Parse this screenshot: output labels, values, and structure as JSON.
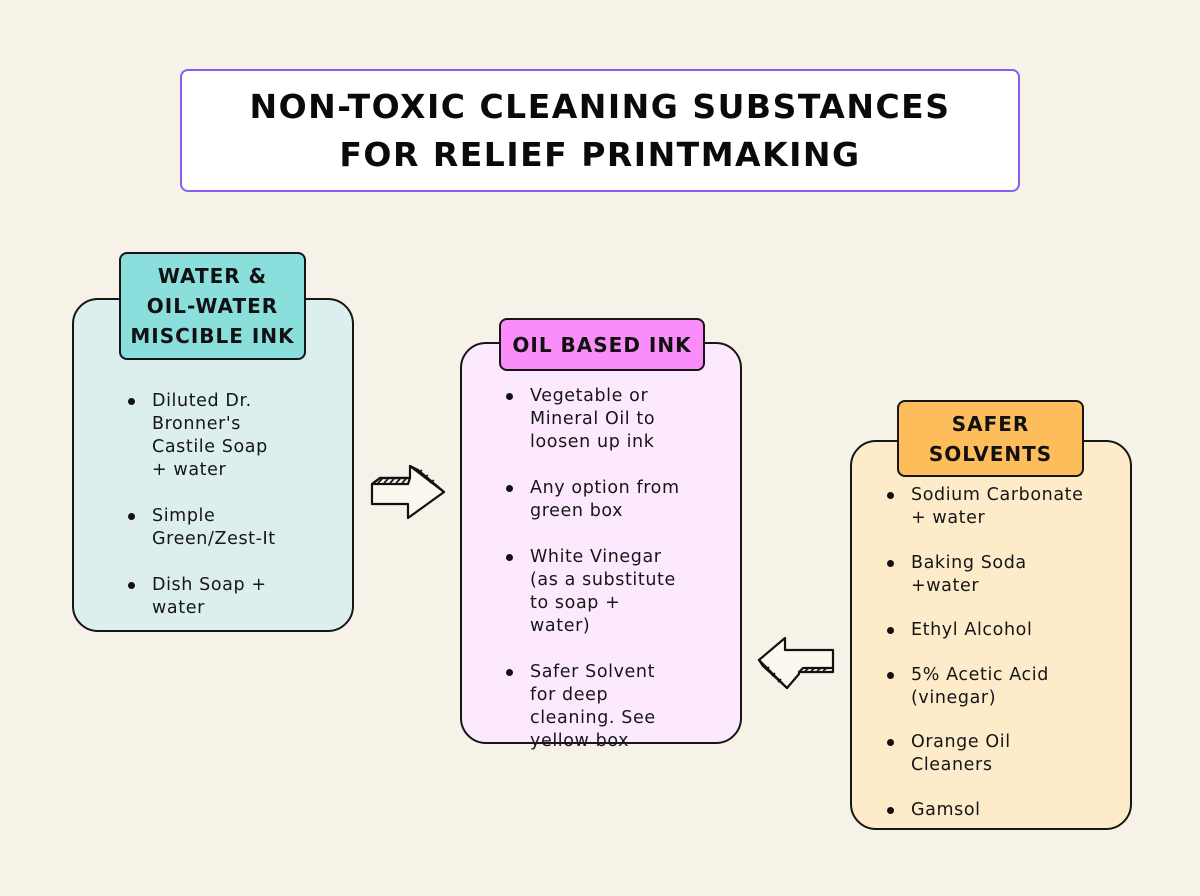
{
  "title": {
    "line1": "NON-TOXIC CLEANING SUBSTANCES",
    "line2": "FOR RELIEF PRINTMAKING"
  },
  "colors": {
    "background": "#f6f2e8",
    "title_border": "#8c5cf0",
    "green_panel": "#dceeed",
    "green_tab": "#8adedb",
    "pink_panel": "#fde9fd",
    "pink_tab": "#fa8dfa",
    "yellow_panel": "#fdebc9",
    "yellow_tab": "#fdbd5a"
  },
  "boxes": {
    "water": {
      "heading_lines": [
        "WATER &",
        "OIL-WATER",
        "MISCIBLE INK"
      ],
      "items": [
        "Diluted Dr.\nBronner's\nCastile Soap\n+ water",
        "Simple\nGreen/Zest-It",
        "Dish Soap +\nwater"
      ]
    },
    "oil": {
      "heading_lines": [
        "OIL BASED INK"
      ],
      "items": [
        "Vegetable  or\nMineral Oil to\nloosen up ink",
        "Any option from\ngreen box",
        "White Vinegar\n(as a substitute\nto soap +\nwater)",
        "Safer Solvent\nfor deep\ncleaning. See\nyellow box"
      ]
    },
    "solvents": {
      "heading_lines": [
        "SAFER",
        "SOLVENTS"
      ],
      "items": [
        "Sodium Carbonate\n+ water",
        "Baking Soda\n+water",
        "Ethyl Alcohol",
        "5% Acetic Acid\n(vinegar)",
        "Orange Oil\nCleaners",
        "Gamsol"
      ]
    }
  },
  "arrows": {
    "water_to_oil": "arrow-right-icon",
    "solvents_to_oil": "arrow-left-icon"
  }
}
